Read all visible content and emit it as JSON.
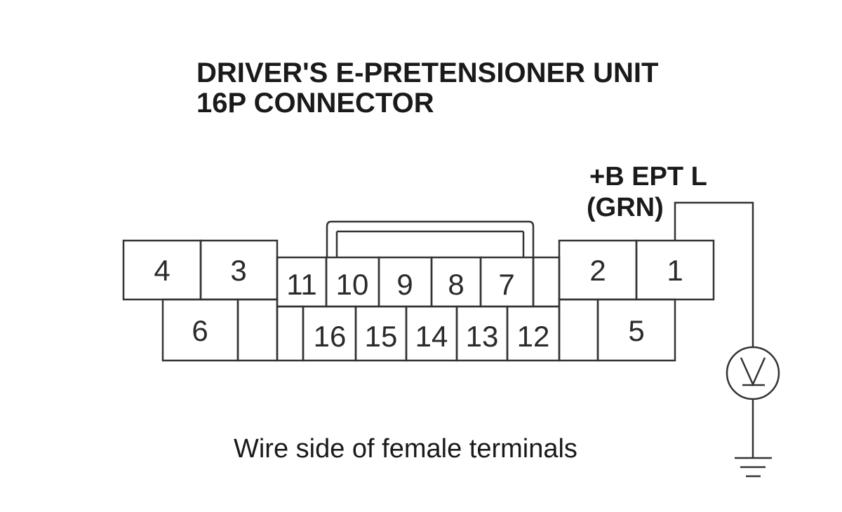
{
  "title": {
    "line1": "DRIVER'S E-PRETENSIONER UNIT",
    "line2": "16P CONNECTOR"
  },
  "terminal_label": {
    "signal": "+B EPT L",
    "wire_color": "(GRN)"
  },
  "pins": {
    "p1": "1",
    "p2": "2",
    "p3": "3",
    "p4": "4",
    "p5": "5",
    "p6": "6",
    "p7": "7",
    "p8": "8",
    "p9": "9",
    "p10": "10",
    "p11": "11",
    "p12": "12",
    "p13": "13",
    "p14": "14",
    "p15": "15",
    "p16": "16"
  },
  "meter_symbol": "V",
  "caption": "Wire side of female terminals"
}
